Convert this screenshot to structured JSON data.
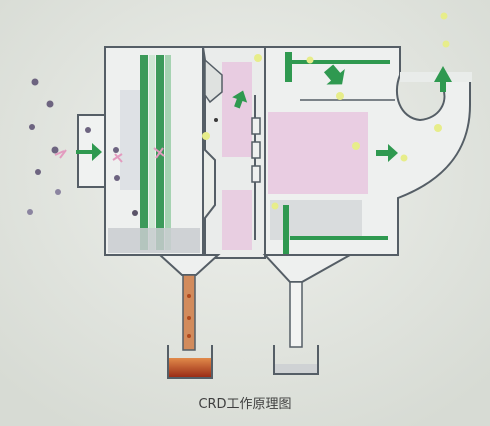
{
  "caption": "CRD工作原理图",
  "colors": {
    "background": "#dfe3dc",
    "outline": "#555e66",
    "housing_fill": "#eef0ef",
    "filter_green": "#3c9a5a",
    "filter_light": "#cfe7d4",
    "pink_zone": "#e7c7df",
    "grey_zone": "#c9ccd0",
    "oil_red": "#b04a1e",
    "outlet_green": "#2f9950",
    "mist_dot": "#e7ed8a",
    "particle": "#6d6480"
  },
  "icons": {
    "inlet_arrow": "green-right-arrow",
    "outlet_arrow": "green-up-arrow",
    "internal_arrow": "green-arrow",
    "inlet_particles": "dark-dot",
    "clean_air": "yellow-dot"
  }
}
